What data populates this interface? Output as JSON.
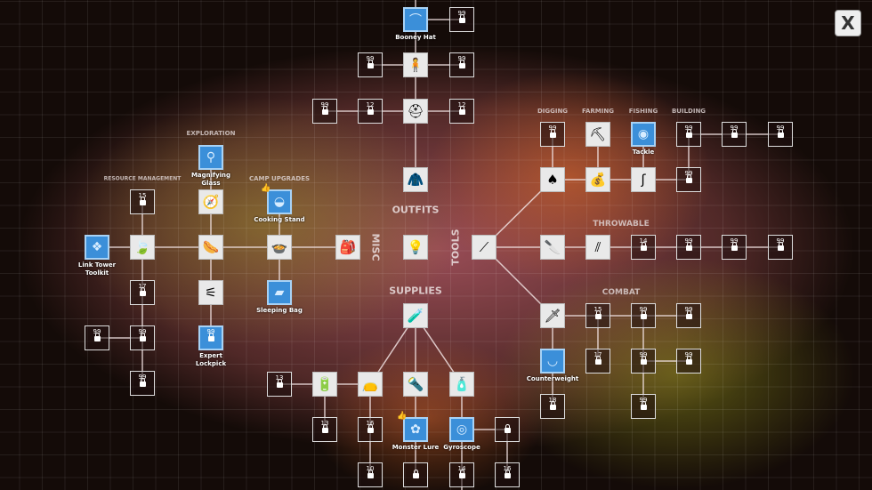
{
  "close_button": "X",
  "categories": {
    "outfits": "OUTFITS",
    "misc": "MISC",
    "tools": "TOOLS",
    "supplies": "SUPPLIES",
    "exploration": "EXPLORATION",
    "resource": "RESOURCE MANAGEMENT",
    "camp": "CAMP UPGRADES",
    "digging": "DIGGING",
    "farming": "FARMING",
    "fishing": "FISHING",
    "building": "BUILDING",
    "throwable": "THROWABLE",
    "combat": "COMBAT"
  },
  "nodes": [
    {
      "id": "booney",
      "type": "unlocked",
      "icon": "hat-icon",
      "label": "Booney Hat"
    },
    {
      "id": "o1",
      "type": "locked",
      "level": "99"
    },
    {
      "id": "o2",
      "type": "locked",
      "level": "99"
    },
    {
      "id": "ghillie",
      "type": "item",
      "icon": "ghillie-suit-icon"
    },
    {
      "id": "o3",
      "type": "locked",
      "level": "99"
    },
    {
      "id": "o4",
      "type": "locked",
      "level": "99"
    },
    {
      "id": "o5",
      "type": "locked",
      "level": "12"
    },
    {
      "id": "helmet",
      "type": "item",
      "icon": "helmet-icon"
    },
    {
      "id": "o6",
      "type": "locked",
      "level": "12"
    },
    {
      "id": "outfit",
      "type": "item",
      "icon": "outfit-icon"
    },
    {
      "id": "bulb",
      "type": "item",
      "icon": "lightbulb-icon"
    },
    {
      "id": "link",
      "type": "unlocked",
      "icon": "tower-icon",
      "label": "Link Tower Toolkit"
    },
    {
      "id": "leaf",
      "type": "item",
      "icon": "leaf-icon"
    },
    {
      "id": "sausage",
      "type": "item",
      "icon": "sausage-icon"
    },
    {
      "id": "pot",
      "type": "item",
      "icon": "pot-icon"
    },
    {
      "id": "pack",
      "type": "item",
      "icon": "backpack-icon"
    },
    {
      "id": "r1",
      "type": "locked",
      "level": "15"
    },
    {
      "id": "compass",
      "type": "item",
      "icon": "compass-icon"
    },
    {
      "id": "magnify",
      "type": "unlocked",
      "icon": "magnifier-icon",
      "label": "Magnifying Glass"
    },
    {
      "id": "cooking",
      "type": "unlocked",
      "icon": "cooking-icon",
      "label": "Cooking Stand",
      "thumb": true
    },
    {
      "id": "r2",
      "type": "locked",
      "level": "17"
    },
    {
      "id": "r3",
      "type": "locked",
      "level": "99"
    },
    {
      "id": "r4",
      "type": "locked",
      "level": "99"
    },
    {
      "id": "r5",
      "type": "locked",
      "level": "99"
    },
    {
      "id": "lockpicks",
      "type": "item",
      "icon": "lockpick-icon"
    },
    {
      "id": "expert",
      "type": "unlocked",
      "icon": "lock-icon",
      "label": "Expert Lockpick",
      "level": "99",
      "locked": true
    },
    {
      "id": "sleeping",
      "type": "unlocked",
      "icon": "sleeping-bag-icon",
      "label": "Sleeping Bag"
    },
    {
      "id": "supply",
      "type": "item",
      "icon": "glowstick-icon"
    },
    {
      "id": "s1",
      "type": "locked",
      "level": "13"
    },
    {
      "id": "battery",
      "type": "item",
      "icon": "battery-icon"
    },
    {
      "id": "redbag",
      "type": "item",
      "icon": "bag-icon"
    },
    {
      "id": "flash",
      "type": "item",
      "icon": "flashlight-icon"
    },
    {
      "id": "bottle",
      "type": "item",
      "icon": "bottle-icon"
    },
    {
      "id": "s2",
      "type": "locked",
      "level": "13"
    },
    {
      "id": "s3",
      "type": "locked",
      "level": "16"
    },
    {
      "id": "lure",
      "type": "unlocked",
      "icon": "lure-icon",
      "label": "Monster Lure",
      "thumb": true
    },
    {
      "id": "gyro",
      "type": "unlocked",
      "icon": "gyroscope-icon",
      "label": "Gyroscope"
    },
    {
      "id": "s4",
      "type": "locked",
      "level": ""
    },
    {
      "id": "s5",
      "type": "locked",
      "level": "10"
    },
    {
      "id": "s6",
      "type": "locked",
      "level": ""
    },
    {
      "id": "s7",
      "type": "locked",
      "level": "14"
    },
    {
      "id": "s8",
      "type": "locked",
      "level": "16"
    },
    {
      "id": "hub",
      "type": "item",
      "icon": "crowbar-icon"
    },
    {
      "id": "shovel",
      "type": "item",
      "icon": "shovel-icon"
    },
    {
      "id": "seeds",
      "type": "item",
      "icon": "seed-bag-icon"
    },
    {
      "id": "rod",
      "type": "item",
      "icon": "fishing-line-icon"
    },
    {
      "id": "b1",
      "type": "locked",
      "level": "99"
    },
    {
      "id": "d1",
      "type": "locked",
      "level": "99"
    },
    {
      "id": "hoe",
      "type": "item",
      "icon": "hoe-icon"
    },
    {
      "id": "tackle",
      "type": "unlocked",
      "icon": "tackle-icon",
      "label": "Tackle"
    },
    {
      "id": "b2",
      "type": "locked",
      "level": "99"
    },
    {
      "id": "b3",
      "type": "locked",
      "level": "99"
    },
    {
      "id": "b4",
      "type": "locked",
      "level": "99"
    },
    {
      "id": "knife",
      "type": "item",
      "icon": "knife-icon"
    },
    {
      "id": "claws",
      "type": "item",
      "icon": "claws-icon"
    },
    {
      "id": "t1",
      "type": "locked",
      "level": "14"
    },
    {
      "id": "t2",
      "type": "locked",
      "level": "99"
    },
    {
      "id": "t3",
      "type": "locked",
      "level": "99"
    },
    {
      "id": "t4",
      "type": "locked",
      "level": "99"
    },
    {
      "id": "machete",
      "type": "item",
      "icon": "machete-icon"
    },
    {
      "id": "c1",
      "type": "locked",
      "level": "15"
    },
    {
      "id": "c2",
      "type": "locked",
      "level": "99"
    },
    {
      "id": "c3",
      "type": "locked",
      "level": "99"
    },
    {
      "id": "counter",
      "type": "unlocked",
      "icon": "counterweight-icon",
      "label": "Counterweight"
    },
    {
      "id": "c4",
      "type": "locked",
      "level": "17"
    },
    {
      "id": "c5",
      "type": "locked",
      "level": "99"
    },
    {
      "id": "c6",
      "type": "locked",
      "level": "99"
    },
    {
      "id": "c7",
      "type": "locked",
      "level": "18"
    },
    {
      "id": "c8",
      "type": "locked",
      "level": "99"
    }
  ]
}
